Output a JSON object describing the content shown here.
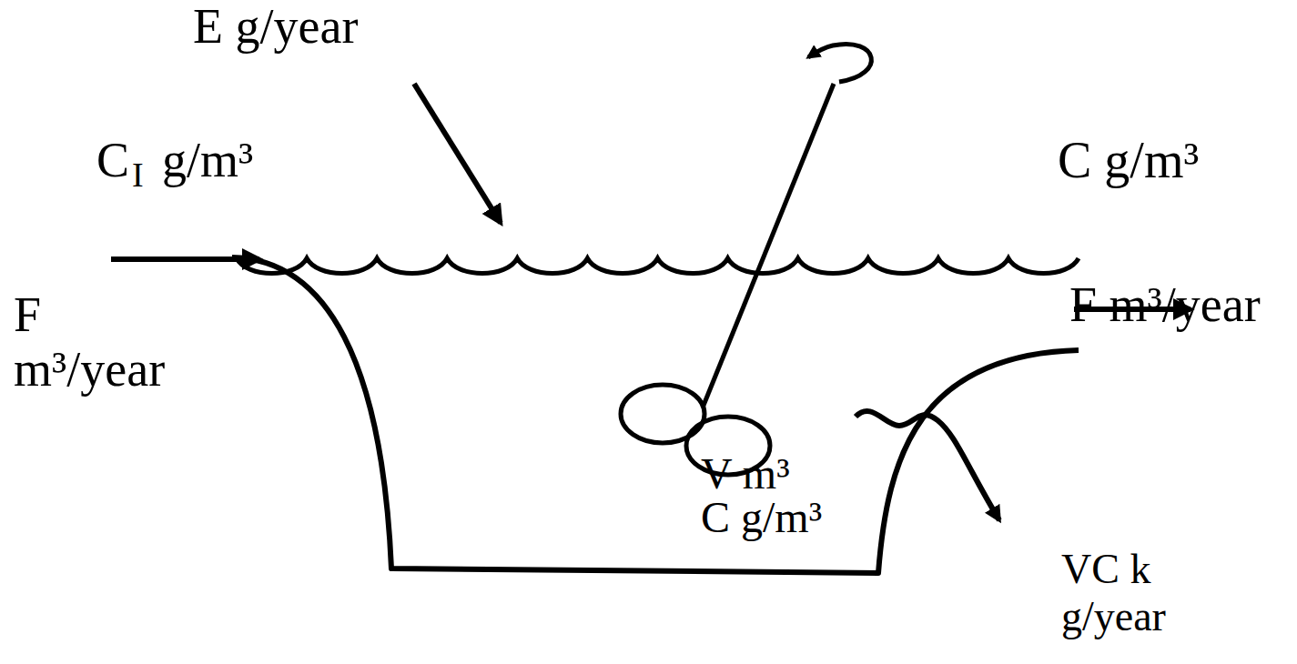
{
  "diagram": {
    "nodes": [
      {
        "text": [
          "V m³",
          "C g/m³"
        ]
      }
    ],
    "labels": [
      "E g/year",
      "C",
      "I",
      "g/m³",
      "F m³/year",
      "C g/m³",
      "F m³/year",
      "VC k g/year"
    ]
  }
}
